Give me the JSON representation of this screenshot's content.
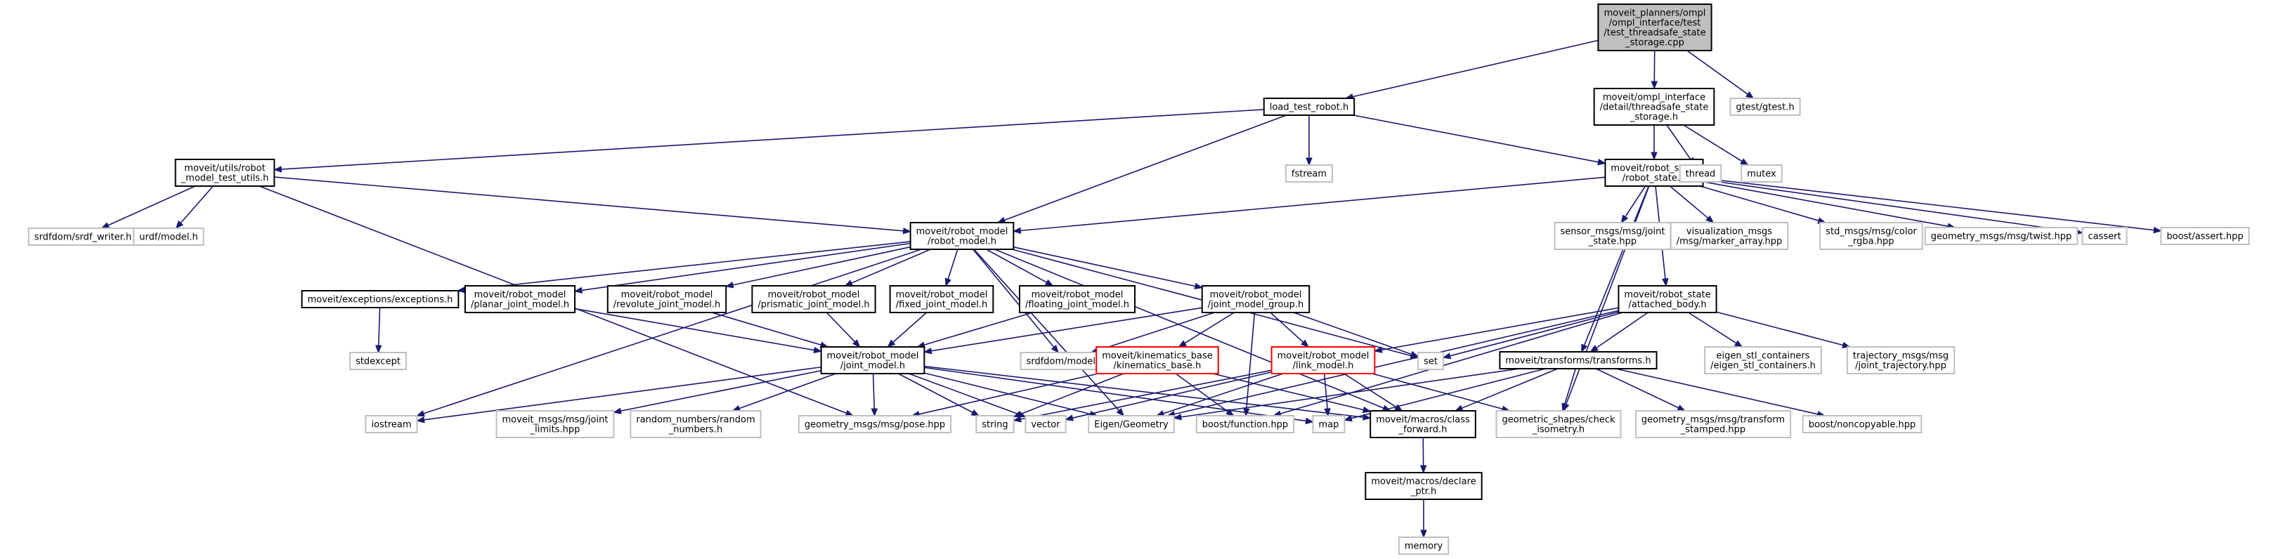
{
  "diagram": {
    "nodes": [
      {
        "id": "root",
        "lines": [
          "moveit_planners/ompl",
          "/ompl_interface/test",
          "/test_threadsafe_state",
          "_storage.cpp"
        ],
        "style": "root"
      },
      {
        "id": "ltr",
        "lines": [
          "load_test_robot.h"
        ],
        "style": "doc"
      },
      {
        "id": "tss",
        "lines": [
          "moveit/ompl_interface",
          "/detail/threadsafe_state",
          "_storage.h"
        ],
        "style": "doc"
      },
      {
        "id": "gtest",
        "lines": [
          "gtest/gtest.h"
        ],
        "style": "ext"
      },
      {
        "id": "rmtu",
        "lines": [
          "moveit/utils/robot",
          "_model_test_utils.h"
        ],
        "style": "doc"
      },
      {
        "id": "fstream",
        "lines": [
          "fstream"
        ],
        "style": "ext"
      },
      {
        "id": "rs",
        "lines": [
          "moveit/robot_state",
          "/robot_state.h"
        ],
        "style": "doc"
      },
      {
        "id": "thread",
        "lines": [
          "thread"
        ],
        "style": "ext"
      },
      {
        "id": "mutex",
        "lines": [
          "mutex"
        ],
        "style": "ext"
      },
      {
        "id": "srdfw",
        "lines": [
          "srdfdom/srdf_writer.h"
        ],
        "style": "ext"
      },
      {
        "id": "urdfm",
        "lines": [
          "urdf/model.h"
        ],
        "style": "ext"
      },
      {
        "id": "rm",
        "lines": [
          "moveit/robot_model",
          "/robot_model.h"
        ],
        "style": "doc"
      },
      {
        "id": "sjs",
        "lines": [
          "sensor_msgs/msg/joint",
          "_state.hpp"
        ],
        "style": "ext"
      },
      {
        "id": "vma",
        "lines": [
          "visualization_msgs",
          "/msg/marker_array.hpp"
        ],
        "style": "ext"
      },
      {
        "id": "crgba",
        "lines": [
          "std_msgs/msg/color",
          "_rgba.hpp"
        ],
        "style": "ext"
      },
      {
        "id": "twist",
        "lines": [
          "geometry_msgs/msg/twist.hpp"
        ],
        "style": "ext"
      },
      {
        "id": "cassert",
        "lines": [
          "cassert"
        ],
        "style": "ext"
      },
      {
        "id": "bassert",
        "lines": [
          "boost/assert.hpp"
        ],
        "style": "ext"
      },
      {
        "id": "exc",
        "lines": [
          "moveit/exceptions/exceptions.h"
        ],
        "style": "doc"
      },
      {
        "id": "pjm",
        "lines": [
          "moveit/robot_model",
          "/planar_joint_model.h"
        ],
        "style": "doc"
      },
      {
        "id": "rjm",
        "lines": [
          "moveit/robot_model",
          "/revolute_joint_model.h"
        ],
        "style": "doc"
      },
      {
        "id": "prjm",
        "lines": [
          "moveit/robot_model",
          "/prismatic_joint_model.h"
        ],
        "style": "doc"
      },
      {
        "id": "fjm",
        "lines": [
          "moveit/robot_model",
          "/fixed_joint_model.h"
        ],
        "style": "doc"
      },
      {
        "id": "fljm",
        "lines": [
          "moveit/robot_model",
          "/floating_joint_model.h"
        ],
        "style": "doc"
      },
      {
        "id": "jmg",
        "lines": [
          "moveit/robot_model",
          "/joint_model_group.h"
        ],
        "style": "doc"
      },
      {
        "id": "ab",
        "lines": [
          "moveit/robot_state",
          "/attached_body.h"
        ],
        "style": "doc"
      },
      {
        "id": "stdexcept",
        "lines": [
          "stdexcept"
        ],
        "style": "ext"
      },
      {
        "id": "jm",
        "lines": [
          "moveit/robot_model",
          "/joint_model.h"
        ],
        "style": "doc"
      },
      {
        "id": "srdfm",
        "lines": [
          "srdfdom/model.h"
        ],
        "style": "ext"
      },
      {
        "id": "kb",
        "lines": [
          "moveit/kinematics_base",
          "/kinematics_base.h"
        ],
        "style": "red"
      },
      {
        "id": "lm",
        "lines": [
          "moveit/robot_model",
          "/link_model.h"
        ],
        "style": "red"
      },
      {
        "id": "set",
        "lines": [
          "set"
        ],
        "style": "ext"
      },
      {
        "id": "tf",
        "lines": [
          "moveit/transforms/transforms.h"
        ],
        "style": "doc"
      },
      {
        "id": "esc",
        "lines": [
          "eigen_stl_containers",
          "/eigen_stl_containers.h"
        ],
        "style": "ext"
      },
      {
        "id": "tmjt",
        "lines": [
          "trajectory_msgs/msg",
          "/joint_trajectory.hpp"
        ],
        "style": "ext"
      },
      {
        "id": "iostream",
        "lines": [
          "iostream"
        ],
        "style": "ext"
      },
      {
        "id": "jl",
        "lines": [
          "moveit_msgs/msg/joint",
          "_limits.hpp"
        ],
        "style": "ext"
      },
      {
        "id": "rn",
        "lines": [
          "random_numbers/random",
          "_numbers.h"
        ],
        "style": "ext"
      },
      {
        "id": "pose",
        "lines": [
          "geometry_msgs/msg/pose.hpp"
        ],
        "style": "ext"
      },
      {
        "id": "string",
        "lines": [
          "string"
        ],
        "style": "ext"
      },
      {
        "id": "vector",
        "lines": [
          "vector"
        ],
        "style": "ext"
      },
      {
        "id": "eigen",
        "lines": [
          "Eigen/Geometry"
        ],
        "style": "ext"
      },
      {
        "id": "bfunc",
        "lines": [
          "boost/function.hpp"
        ],
        "style": "ext"
      },
      {
        "id": "map",
        "lines": [
          "map"
        ],
        "style": "ext"
      },
      {
        "id": "cf",
        "lines": [
          "moveit/macros/class",
          "_forward.h"
        ],
        "style": "doc"
      },
      {
        "id": "gsci",
        "lines": [
          "geometric_shapes/check",
          "_isometry.h"
        ],
        "style": "ext"
      },
      {
        "id": "gmts",
        "lines": [
          "geometry_msgs/msg/transform",
          "_stamped.hpp"
        ],
        "style": "ext"
      },
      {
        "id": "bnc",
        "lines": [
          "boost/noncopyable.hpp"
        ],
        "style": "ext"
      },
      {
        "id": "dp",
        "lines": [
          "moveit/macros/declare",
          "_ptr.h"
        ],
        "style": "doc"
      },
      {
        "id": "memory",
        "lines": [
          "memory"
        ],
        "style": "ext"
      }
    ],
    "edges": [
      [
        "root",
        "ltr"
      ],
      [
        "root",
        "tss"
      ],
      [
        "root",
        "gtest"
      ],
      [
        "ltr",
        "rmtu"
      ],
      [
        "ltr",
        "fstream"
      ],
      [
        "ltr",
        "rs"
      ],
      [
        "ltr",
        "rm"
      ],
      [
        "tss",
        "rs"
      ],
      [
        "tss",
        "thread"
      ],
      [
        "tss",
        "mutex"
      ],
      [
        "rmtu",
        "srdfw"
      ],
      [
        "rmtu",
        "urdfm"
      ],
      [
        "rmtu",
        "rm"
      ],
      [
        "rmtu",
        "pose"
      ],
      [
        "rs",
        "rm"
      ],
      [
        "rs",
        "sjs"
      ],
      [
        "rs",
        "vma"
      ],
      [
        "rs",
        "crgba"
      ],
      [
        "rs",
        "twist"
      ],
      [
        "rs",
        "cassert"
      ],
      [
        "rs",
        "bassert"
      ],
      [
        "rs",
        "ab"
      ],
      [
        "rs",
        "tf"
      ],
      [
        "rs",
        "gsci"
      ],
      [
        "rm",
        "exc"
      ],
      [
        "rm",
        "pjm"
      ],
      [
        "rm",
        "rjm"
      ],
      [
        "rm",
        "prjm"
      ],
      [
        "rm",
        "fjm"
      ],
      [
        "rm",
        "fljm"
      ],
      [
        "rm",
        "jmg"
      ],
      [
        "rm",
        "iostream"
      ],
      [
        "rm",
        "srdfm"
      ],
      [
        "rm",
        "cf"
      ],
      [
        "rm",
        "eigen"
      ],
      [
        "rm",
        "set"
      ],
      [
        "exc",
        "stdexcept"
      ],
      [
        "pjm",
        "jm"
      ],
      [
        "rjm",
        "jm"
      ],
      [
        "prjm",
        "jm"
      ],
      [
        "fjm",
        "jm"
      ],
      [
        "fljm",
        "jm"
      ],
      [
        "jmg",
        "jm"
      ],
      [
        "jmg",
        "kb"
      ],
      [
        "jmg",
        "lm"
      ],
      [
        "jmg",
        "set"
      ],
      [
        "jmg",
        "srdfm"
      ],
      [
        "jmg",
        "bfunc"
      ],
      [
        "ab",
        "lm"
      ],
      [
        "ab",
        "tf"
      ],
      [
        "ab",
        "esc"
      ],
      [
        "ab",
        "tmjt"
      ],
      [
        "ab",
        "set"
      ],
      [
        "ab",
        "eigen"
      ],
      [
        "ab",
        "bfunc"
      ],
      [
        "jm",
        "iostream"
      ],
      [
        "jm",
        "jl"
      ],
      [
        "jm",
        "rn"
      ],
      [
        "jm",
        "pose"
      ],
      [
        "jm",
        "string"
      ],
      [
        "jm",
        "vector"
      ],
      [
        "jm",
        "eigen"
      ],
      [
        "jm",
        "map"
      ],
      [
        "jm",
        "cf"
      ],
      [
        "kb",
        "pose"
      ],
      [
        "kb",
        "string"
      ],
      [
        "kb",
        "bfunc"
      ],
      [
        "kb",
        "cf"
      ],
      [
        "lm",
        "vector"
      ],
      [
        "lm",
        "string"
      ],
      [
        "lm",
        "eigen"
      ],
      [
        "lm",
        "map"
      ],
      [
        "lm",
        "cf"
      ],
      [
        "lm",
        "gsci"
      ],
      [
        "tf",
        "map"
      ],
      [
        "tf",
        "eigen"
      ],
      [
        "tf",
        "cf"
      ],
      [
        "tf",
        "gmts"
      ],
      [
        "tf",
        "bnc"
      ],
      [
        "tf",
        "gsci"
      ],
      [
        "cf",
        "dp"
      ],
      [
        "dp",
        "memory"
      ]
    ]
  },
  "colors": {
    "edge": "#191970",
    "root_fill": "#bfbfbf",
    "doc_fill": "#ffffff",
    "doc_stroke": "#000000",
    "ext_stroke": "#bfbfbf",
    "red_stroke": "#ff0000"
  }
}
